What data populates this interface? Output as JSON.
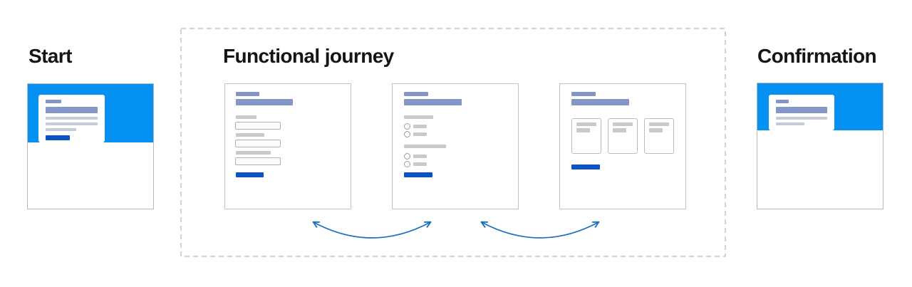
{
  "stages": {
    "start": {
      "label": "Start"
    },
    "functional_journey": {
      "label": "Functional journey"
    },
    "confirmation": {
      "label": "Confirmation"
    }
  },
  "icons": {
    "flow_arrow": "curved-bidirectional-arrow"
  },
  "colors": {
    "background": "#ffffff",
    "heading_text": "#151515",
    "screen_header_blue": "#0591f2",
    "button_blue": "#0a53c4",
    "wireframe_heading_blue": "#8496c8",
    "wireframe_text_gray": "#c6ccd7",
    "wireframe_label_gray": "#c9c9c9",
    "card_border_gray": "#bcbfc5",
    "dashed_border_gray": "#c6c6c6",
    "arrow_blue": "#1d6fc1"
  }
}
